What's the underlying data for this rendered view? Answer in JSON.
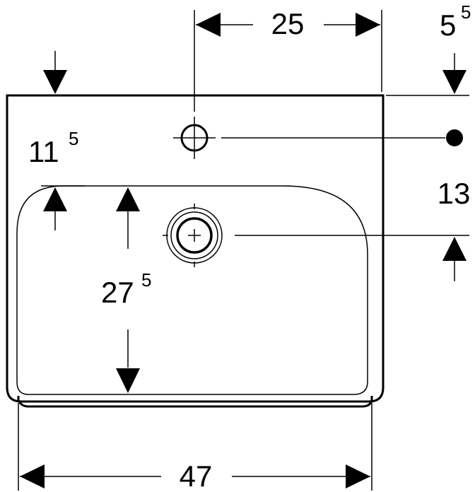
{
  "dimensions": {
    "tap_hole_offset": {
      "label": "25"
    },
    "rear_rim": {
      "main": "5",
      "sup": "5"
    },
    "tap_hole_depth": {
      "main": "11",
      "sup": "5"
    },
    "waste_offset": {
      "label": "13"
    },
    "bowl_depth": {
      "main": "27",
      "sup": "5"
    },
    "overall_width": {
      "label": "47"
    }
  }
}
